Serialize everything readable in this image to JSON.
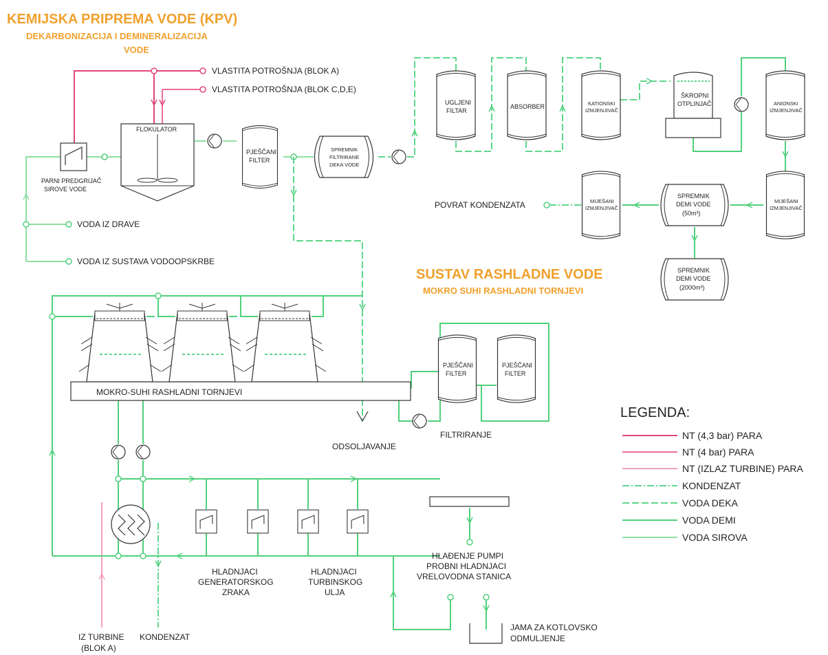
{
  "titles": {
    "kpv_title": "KEMIJSKA PRIPREMA VODE (KPV)",
    "kpv_subtitle_1": "DEKARBONIZACIJA I DEMINERALIZACIJA",
    "kpv_subtitle_2": "VODE",
    "srv_title": "SUSTAV RASHLADNE VODE",
    "srv_subtitle": "MOKRO SUHI RASHLADNI TORNJEVI"
  },
  "labels": {
    "vlastita_a": "VLASTITA POTROŠNJA (BLOK A)",
    "vlastita_cde": "VLASTITA POTROŠNJA (BLOK C,D,E)",
    "flokulator": "FLOKULATOR",
    "predgrijac_1": "PARNI PREDGRIJAČ",
    "predgrijac_2": "SIROVE VODE",
    "voda_drave": "VODA IZ DRAVE",
    "voda_vodoopskrbe": "VODA IZ SUSTAVA VODOOPSKRBE",
    "pjescani_filter_1": "PJEŠČANI",
    "pjescani_filter_2": "FILTER",
    "spremnik_deka_1": "SPREMNIK",
    "spremnik_deka_2": "FILTRIRANE",
    "spremnik_deka_3": "DEKA VODE",
    "uglj_1": "UGLJENI",
    "uglj_2": "FILTAR",
    "absorber": "ABSORBER",
    "kation_1": "KATIONSKI",
    "kation_2": "IZMJENJIVAČ",
    "skropni_1": "ŠKROPNI",
    "skropni_2": "OTPLINJAČ",
    "anion_1": "ANIONSKI",
    "anion_2": "IZMJENJIVAČ",
    "povrat": "POVRAT KONDENZATA",
    "mij_1": "MIJEŠANI",
    "mij_2": "IZMJENJIVAČ",
    "demi50_1": "SPREMNIK",
    "demi50_2": "DEMI VODE",
    "demi50_3": "(50m³)",
    "demi2000_1": "SPREMNIK",
    "demi2000_2": "DEMI VODE",
    "demi2000_3": "(2000m³)",
    "tornjevi": "MOKRO-SUHI RASHLADNI TORNJEVI",
    "odsoljavanje": "ODSOLJAVANJE",
    "filtriranje": "FILTRIRANJE",
    "hlad_gen_1": "HLADNJACI",
    "hlad_gen_2": "GENERATORSKOG",
    "hlad_gen_3": "ZRAKA",
    "hlad_turb_1": "HLADNJACI",
    "hlad_turb_2": "TURBINSKOG",
    "hlad_turb_3": "ULJA",
    "hp_1": "HLAĐENJE PUMPI",
    "hp_2": "PROBNI HLADNJACI",
    "hp_3": "VRELOVODNA STANICA",
    "iz_turbine_1": "IZ TURBINE",
    "iz_turbine_2": "(BLOK A)",
    "kondenzat": "KONDENZAT",
    "jama_1": "JAMA ZA KOTLOVSKO",
    "jama_2": "ODMULJENJE"
  },
  "legend": {
    "title": "LEGENDA:",
    "items": [
      {
        "label": "NT (4,3 bar) PARA",
        "color": "#e2457c",
        "style": "solid"
      },
      {
        "label": "NT (4 bar) PARA",
        "color": "#ee6f98",
        "style": "solid"
      },
      {
        "label": "NT (IZLAZ TURBINE) PARA",
        "color": "#f4a0b8",
        "style": "solid"
      },
      {
        "label": "KONDENZAT",
        "color": "#5fd68a",
        "style": "dashdot"
      },
      {
        "label": "VODA DEKA",
        "color": "#5fd68a",
        "style": "dashed"
      },
      {
        "label": "VODA DEMI",
        "color": "#4fd07b",
        "style": "solid"
      },
      {
        "label": "VODA SIROVA",
        "color": "#8fe0a3",
        "style": "solid"
      }
    ]
  },
  "colors": {
    "title_orange": "#f0a02c",
    "steam_red": "#e2457c",
    "water_green": "#4fd07b"
  }
}
